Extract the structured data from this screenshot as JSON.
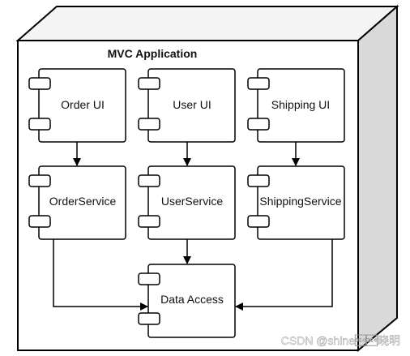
{
  "diagram": {
    "title": "MVC Application",
    "components": {
      "order_ui": "Order UI",
      "user_ui": "User UI",
      "shipping_ui": "Shipping UI",
      "order_service": "OrderService",
      "user_service": "UserService",
      "shipping_service": "ShippingService",
      "data_access": "Data Access"
    }
  },
  "watermark": "CSDN @shine\u0014\u0014晓明",
  "colors": {
    "box_fill": "#ffffff",
    "stroke": "#000000",
    "node_top": "#f4f4f4",
    "node_side": "#d9d9d9"
  }
}
